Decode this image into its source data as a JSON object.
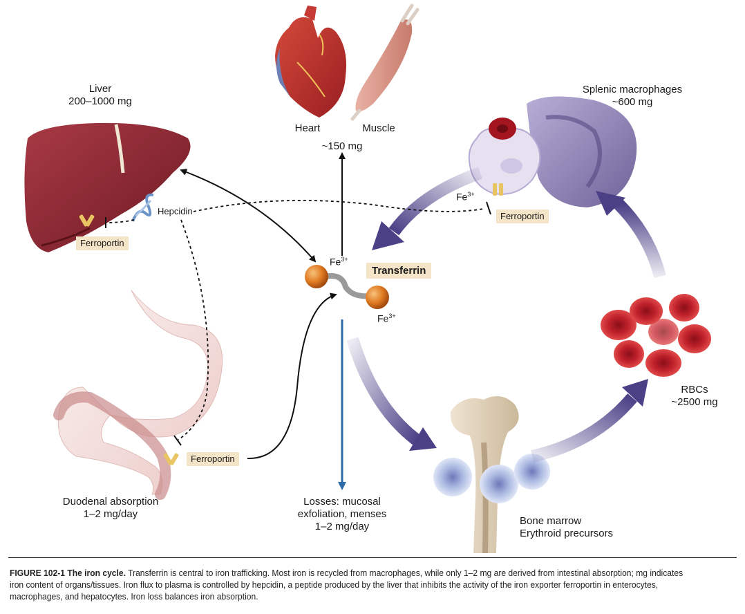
{
  "organs": {
    "liver": {
      "name": "Liver",
      "amount": "200–1000 mg"
    },
    "heart": {
      "name": "Heart"
    },
    "muscle": {
      "name": "Muscle"
    },
    "heart_muscle_amount": "~150 mg",
    "splenic": {
      "name": "Splenic macrophages",
      "amount": "~600 mg"
    },
    "rbc": {
      "name": "RBCs",
      "amount": "~2500 mg"
    },
    "marrow": {
      "line1": "Bone marrow",
      "line2": "Erythroid precursors"
    },
    "duodenal": {
      "line1": "Duodenal absorption",
      "line2": "1–2 mg/day"
    },
    "losses": {
      "line1": "Losses: mucosal",
      "line2": "exfoliation, menses",
      "line3": "1–2 mg/day"
    }
  },
  "labels": {
    "transferrin": "Transferrin",
    "hepcidin": "Hepcidin",
    "ferroportin": "Ferroportin",
    "fe": "Fe",
    "fe_charge": "3+"
  },
  "caption": {
    "head": "FIGURE 102-1  The iron cycle.",
    "body": " Transferrin is central to iron trafficking. Most iron is recycled from macrophages, while only 1–2 mg are derived from intestinal absorption; mg indicates iron content of organs/tissues. Iron flux to plasma is controlled by hepcidin, a peptide produced by the liver that inhibits the activity of the iron exporter ferroportin in enterocytes, macrophages, and hepatocytes. Iron loss balances iron absorption."
  },
  "colors": {
    "cycle_arrow": "#4b3f86",
    "loss_arrow": "#2c6aa8",
    "label_bg": "#f4e5c8",
    "liver": "#8a2430",
    "rbc": "#c0212b",
    "transferrin_ball": "#e07a22",
    "spleen": "#9a8ec0"
  },
  "icons": [
    "liver",
    "heart",
    "muscle",
    "spleen-macrophage",
    "red-blood-cells",
    "bone-marrow",
    "stomach-duodenum",
    "transferrin-molecule",
    "hepcidin-helix",
    "ferroportin-channel"
  ]
}
